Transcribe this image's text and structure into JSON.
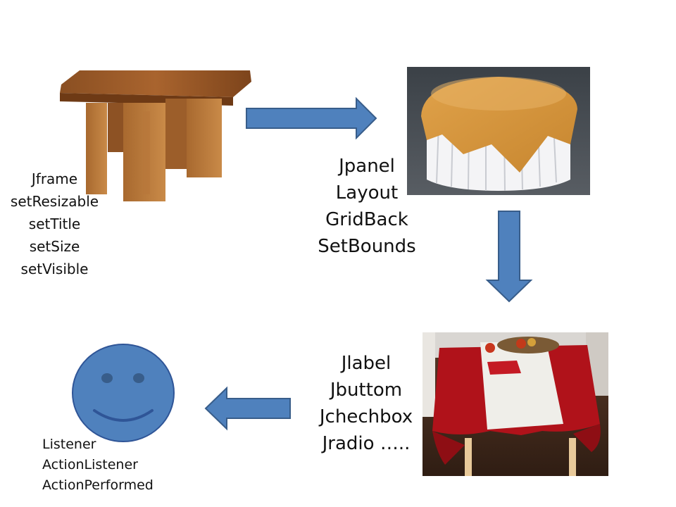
{
  "stages": {
    "frame": {
      "picture": "wooden-table-bare",
      "lines": [
        "Jframe",
        "setResizable",
        "setTitle",
        "setSize",
        "setVisible"
      ]
    },
    "panel": {
      "picture": "round-table-with-cloth",
      "lines": [
        "Jpanel",
        "Layout",
        "GridBack",
        "SetBounds"
      ]
    },
    "components": {
      "picture": "set-table-with-fruit-bowl",
      "lines": [
        "Jlabel",
        "Jbuttom",
        "Jchechbox",
        "Jradio ….."
      ]
    },
    "listener": {
      "picture": "smiley-face",
      "lines": [
        "Listener",
        "ActionListener",
        "ActionPerformed"
      ]
    }
  },
  "colors": {
    "arrow_fill": "#4F81BD",
    "arrow_stroke": "#385D8A",
    "face_fill": "#4F81BD",
    "face_stroke": "#2F5597"
  }
}
